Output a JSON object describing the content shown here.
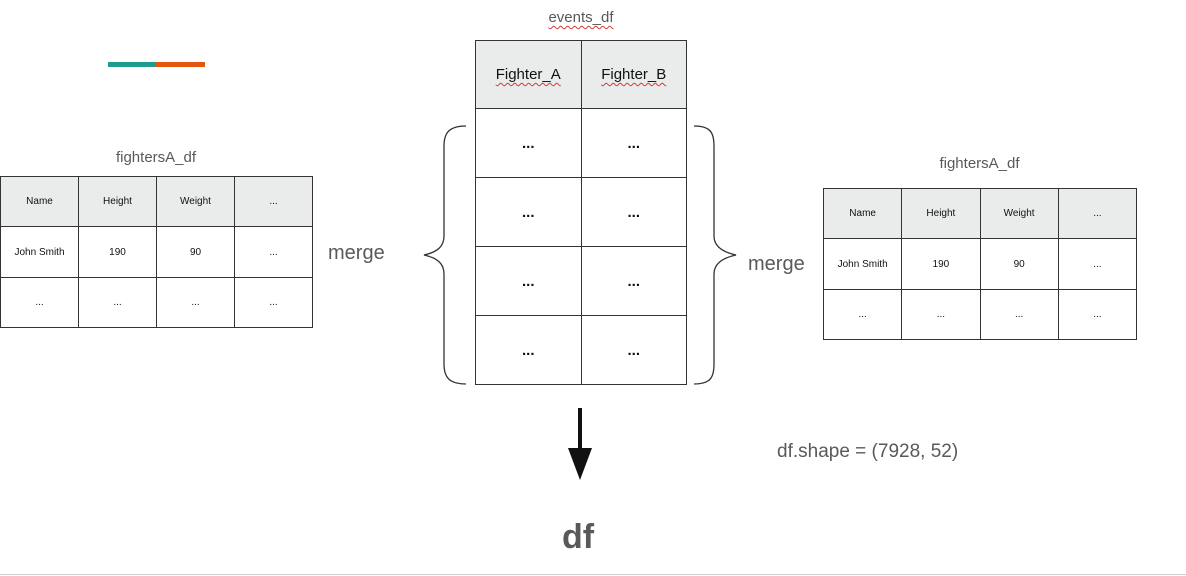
{
  "accent_colors": [
    "#1e9c8e",
    "#e4560e"
  ],
  "events_table": {
    "title": "events_df",
    "headers": [
      "Fighter_A",
      "Fighter_B"
    ],
    "rows": [
      [
        "...",
        "..."
      ],
      [
        "...",
        "..."
      ],
      [
        "...",
        "..."
      ],
      [
        "...",
        "..."
      ]
    ]
  },
  "left_table": {
    "title": "fightersA_df",
    "headers": [
      "Name",
      "Height",
      "Weight",
      "..."
    ],
    "rows": [
      [
        "John Smith",
        "190",
        "90",
        "..."
      ],
      [
        "...",
        "...",
        "...",
        "..."
      ]
    ]
  },
  "right_table": {
    "title": "fightersA_df",
    "headers": [
      "Name",
      "Height",
      "Weight",
      "..."
    ],
    "rows": [
      [
        "John Smith",
        "190",
        "90",
        "..."
      ],
      [
        "...",
        "...",
        "...",
        "..."
      ]
    ]
  },
  "merge_left": "merge",
  "merge_right": "merge",
  "shape_text": "df.shape = (7928, 52)",
  "result_label": "df"
}
